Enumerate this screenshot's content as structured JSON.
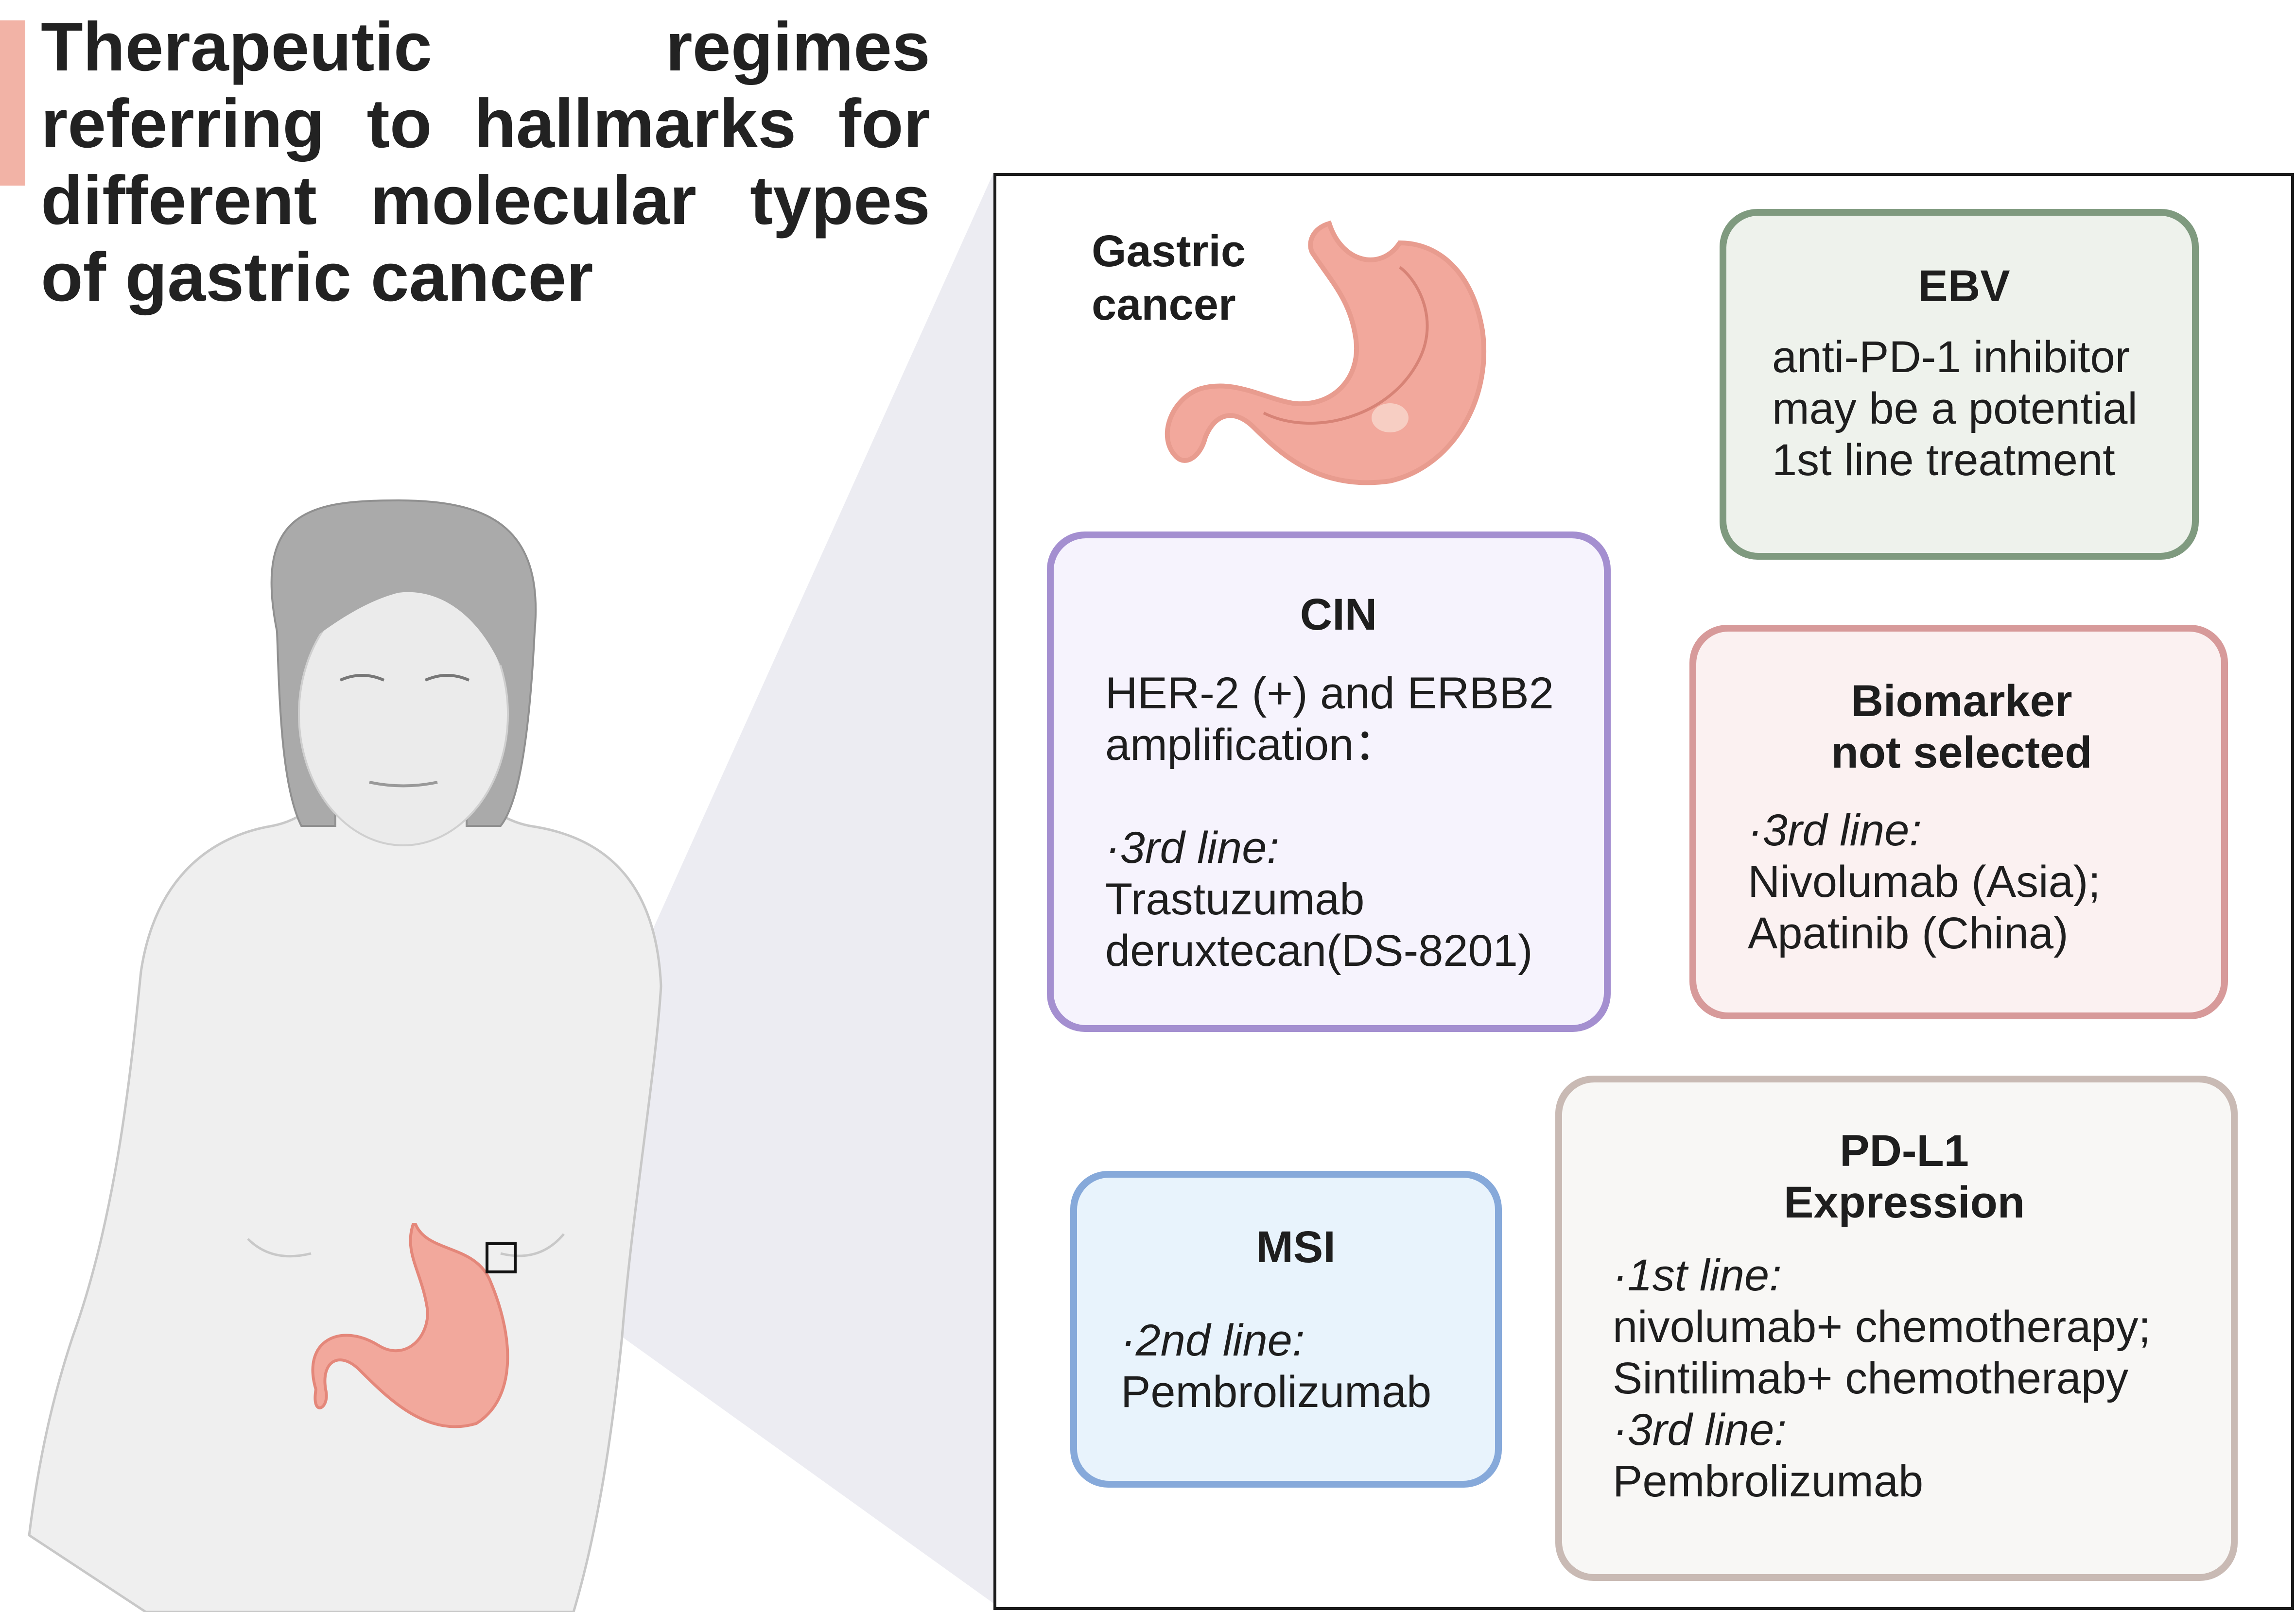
{
  "title": "Therapeutic regimes referring to hallmarks for different molecular types of gastric cancer",
  "stomach_label": [
    "Gastric",
    "cancer"
  ],
  "colors": {
    "title_bar": "#f2b3a6",
    "ebv": "#7f9a7f",
    "cin": "#a48fd0",
    "biomarker": "#d79a9a",
    "msi": "#86a9da",
    "pdl1": "#c9bab4"
  },
  "boxes": {
    "ebv": {
      "heading": "EBV",
      "lines": [
        "anti-PD-1 inhibitor",
        "may be a potential",
        "1st line treatment"
      ]
    },
    "cin": {
      "heading": "CIN",
      "lines": [
        "HER-2 (+) and ERBB2",
        "amplification：",
        ""
      ],
      "line_label": "·3rd line:",
      "drug_lines": [
        "Trastuzumab",
        "deruxtecan(DS-8201)"
      ]
    },
    "biomarker": {
      "heading_lines": [
        "Biomarker",
        "not selected"
      ],
      "line_label": "·3rd line:",
      "drug_lines": [
        "Nivolumab (Asia);",
        "Apatinib (China)"
      ]
    },
    "msi": {
      "heading": "MSI",
      "line_label": "·2nd line:",
      "drug": "Pembrolizumab"
    },
    "pdl1": {
      "heading_lines": [
        "PD-L1",
        "Expression"
      ],
      "first_label": "·1st line:",
      "first_drugs": [
        "nivolumab+ chemotherapy;",
        "Sintilimab+ chemotherapy"
      ],
      "third_label": "·3rd line:",
      "third_drug": "Pembrolizumab"
    }
  }
}
